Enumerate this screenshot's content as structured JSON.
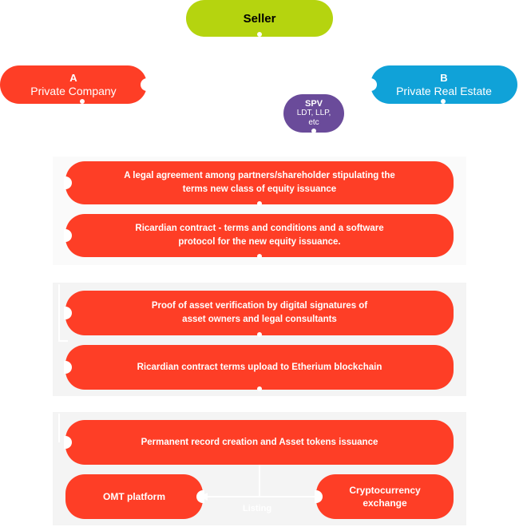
{
  "seller": {
    "label": "Seller",
    "color": "#b5d40f"
  },
  "entity_a": {
    "letter": "A",
    "label": "Private Company",
    "color": "#fe3e26"
  },
  "entity_b": {
    "letter": "B",
    "label": "Private Real Estate",
    "color": "#10a2d8"
  },
  "spv": {
    "line1": "SPV",
    "line2": "LDT, LLP,",
    "line3": "etc",
    "color": "#6a4b9a"
  },
  "steps": [
    {
      "line1": "A legal agreement among partners/shareholder stipulating the",
      "line2": "terms new class of equity issuance"
    },
    {
      "line1": "Ricardian contract - terms and conditions and a software",
      "line2": "protocol for the new equity issuance."
    },
    {
      "line1": "Proof of asset verification by digital signatures of",
      "line2": "asset owners and legal consultants"
    },
    {
      "line1": "Ricardian contract terms upload to Etherium blockchain"
    },
    {
      "line1": "Permanent record creation and Asset tokens issuance"
    }
  ],
  "omt": {
    "label": "OMT platform"
  },
  "exchange": {
    "line1": "Cryptocurrency",
    "line2": "exchange"
  },
  "listing": {
    "label": "Listing"
  }
}
